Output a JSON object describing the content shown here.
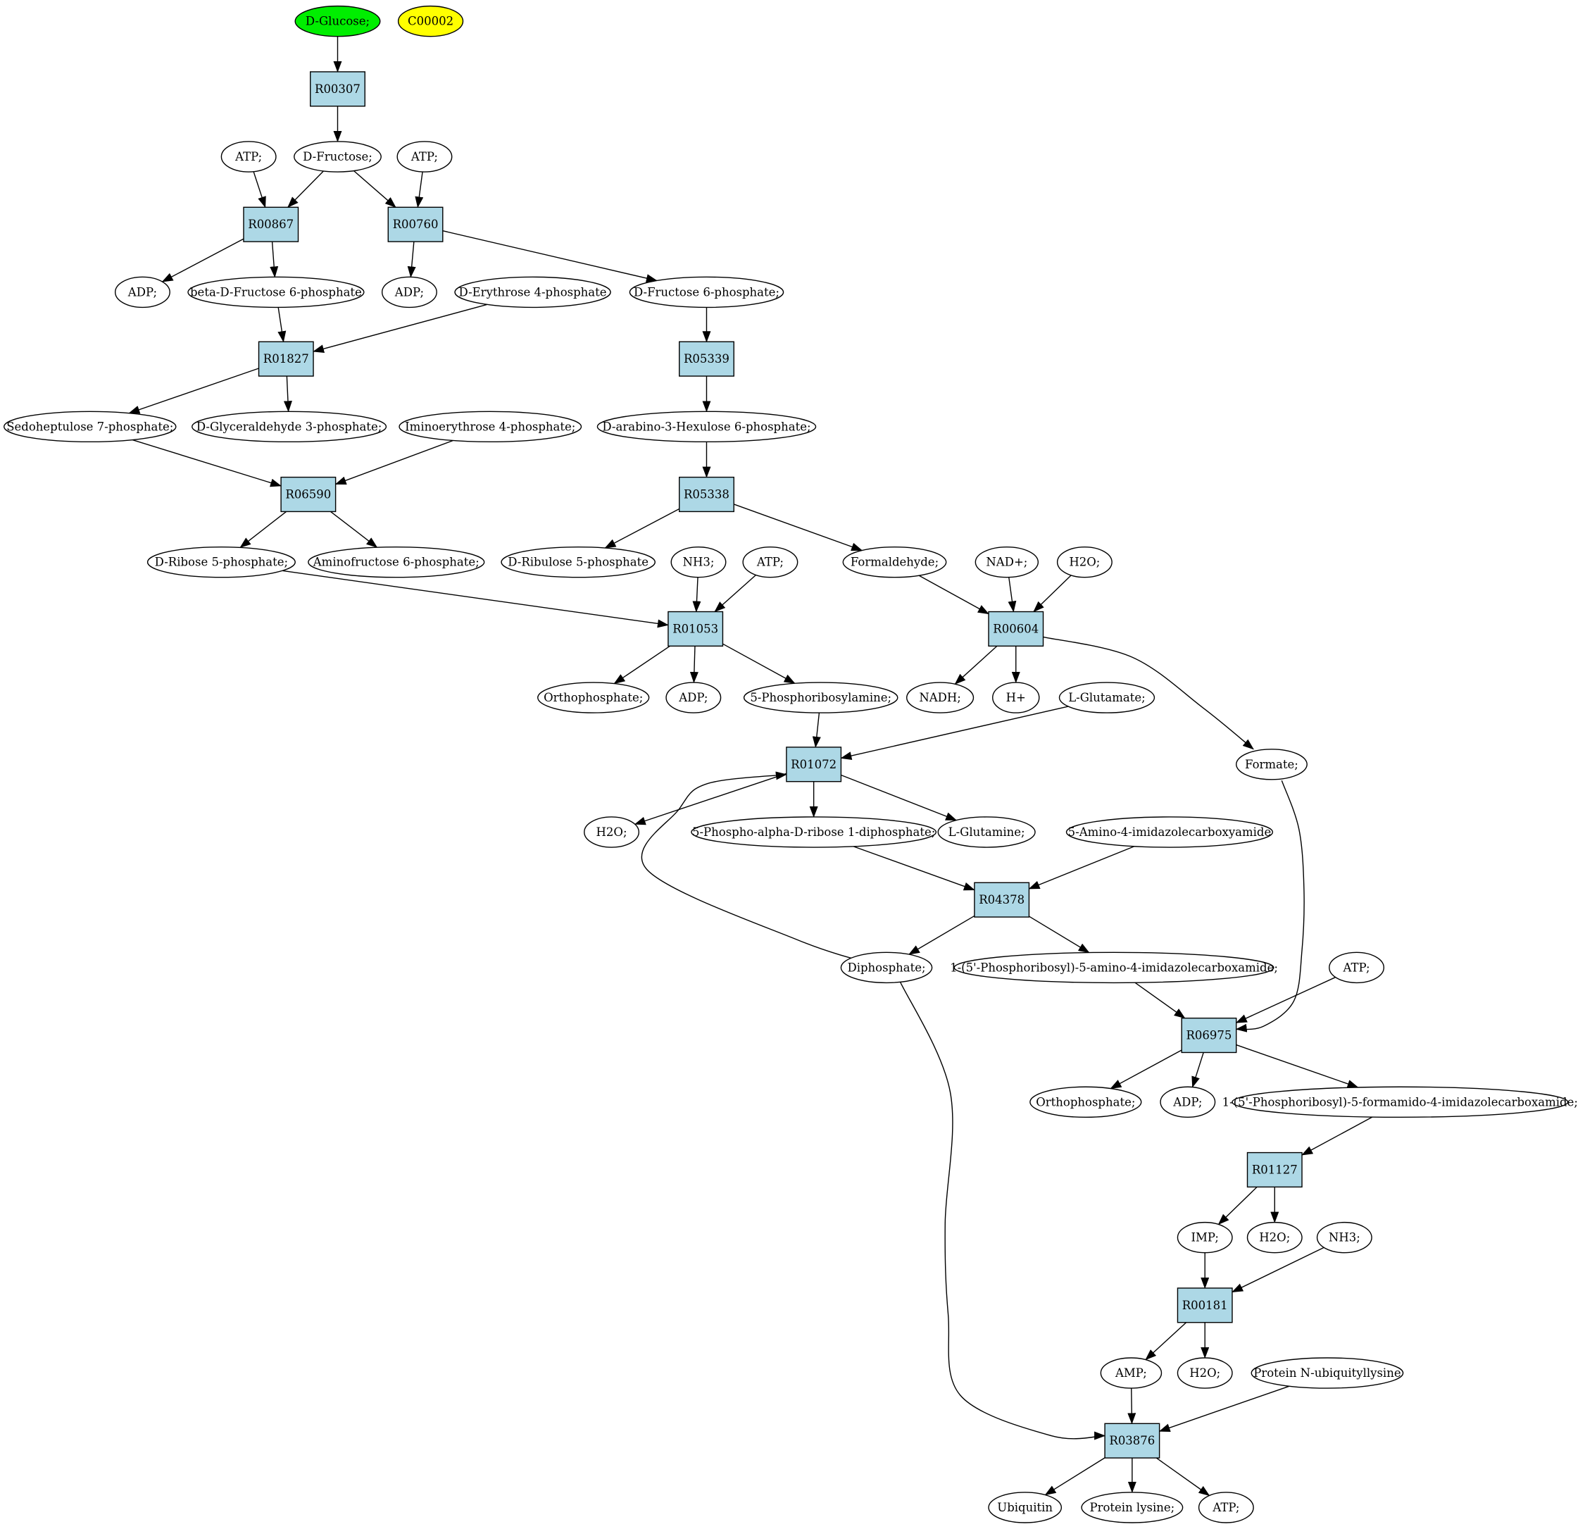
{
  "colors": {
    "reaction_fill": "#add8e6",
    "compound_fill": "#ffffff",
    "start_fill": "#00ee00",
    "target_fill": "#ffff00",
    "stroke": "#000000"
  },
  "nodes": [
    {
      "id": "glucose",
      "label": "D-Glucose;",
      "kind": "start"
    },
    {
      "id": "c00002",
      "label": "C00002",
      "kind": "target"
    },
    {
      "id": "r00307",
      "label": "R00307",
      "kind": "reaction"
    },
    {
      "id": "atp1",
      "label": "ATP;",
      "kind": "compound"
    },
    {
      "id": "fructose",
      "label": "D-Fructose;",
      "kind": "compound"
    },
    {
      "id": "atp2",
      "label": "ATP;",
      "kind": "compound"
    },
    {
      "id": "r00867",
      "label": "R00867",
      "kind": "reaction"
    },
    {
      "id": "r00760",
      "label": "R00760",
      "kind": "reaction"
    },
    {
      "id": "adp1",
      "label": "ADP;",
      "kind": "compound"
    },
    {
      "id": "bdf6p",
      "label": "beta-D-Fructose 6-phosphate",
      "kind": "compound"
    },
    {
      "id": "adp2",
      "label": "ADP;",
      "kind": "compound"
    },
    {
      "id": "de4p",
      "label": "D-Erythrose 4-phosphate",
      "kind": "compound"
    },
    {
      "id": "df6p",
      "label": "D-Fructose 6-phosphate;",
      "kind": "compound"
    },
    {
      "id": "r01827",
      "label": "R01827",
      "kind": "reaction"
    },
    {
      "id": "r05339",
      "label": "R05339",
      "kind": "reaction"
    },
    {
      "id": "s7p",
      "label": "Sedoheptulose 7-phosphate;",
      "kind": "compound"
    },
    {
      "id": "g3p",
      "label": "D-Glyceraldehyde 3-phosphate;",
      "kind": "compound"
    },
    {
      "id": "imino",
      "label": "Iminoerythrose 4-phosphate;",
      "kind": "compound"
    },
    {
      "id": "dah6p",
      "label": "D-arabino-3-Hexulose 6-phosphate;",
      "kind": "compound"
    },
    {
      "id": "r06590",
      "label": "R06590",
      "kind": "reaction"
    },
    {
      "id": "r05338",
      "label": "R05338",
      "kind": "reaction"
    },
    {
      "id": "r5p",
      "label": "D-Ribose 5-phosphate;",
      "kind": "compound"
    },
    {
      "id": "af6p",
      "label": "Aminofructose 6-phosphate;",
      "kind": "compound"
    },
    {
      "id": "ru5p",
      "label": "D-Ribulose 5-phosphate",
      "kind": "compound"
    },
    {
      "id": "nh3a",
      "label": "NH3;",
      "kind": "compound"
    },
    {
      "id": "atp3",
      "label": "ATP;",
      "kind": "compound"
    },
    {
      "id": "formald",
      "label": "Formaldehyde;",
      "kind": "compound"
    },
    {
      "id": "nad",
      "label": "NAD+;",
      "kind": "compound"
    },
    {
      "id": "h2o1",
      "label": "H2O;",
      "kind": "compound"
    },
    {
      "id": "r01053",
      "label": "R01053",
      "kind": "reaction"
    },
    {
      "id": "r00604",
      "label": "R00604",
      "kind": "reaction"
    },
    {
      "id": "ortho1",
      "label": "Orthophosphate;",
      "kind": "compound"
    },
    {
      "id": "adp3",
      "label": "ADP;",
      "kind": "compound"
    },
    {
      "id": "prpa",
      "label": "5-Phosphoribosylamine;",
      "kind": "compound"
    },
    {
      "id": "nadh",
      "label": "NADH;",
      "kind": "compound"
    },
    {
      "id": "hplus",
      "label": "H+",
      "kind": "compound"
    },
    {
      "id": "lglu",
      "label": "L-Glutamate;",
      "kind": "compound"
    },
    {
      "id": "r01072",
      "label": "R01072",
      "kind": "reaction"
    },
    {
      "id": "formate",
      "label": "Formate;",
      "kind": "compound"
    },
    {
      "id": "h2o2",
      "label": "H2O;",
      "kind": "compound"
    },
    {
      "id": "prpp",
      "label": "5-Phospho-alpha-D-ribose 1-diphosphate;",
      "kind": "compound"
    },
    {
      "id": "lgln",
      "label": "L-Glutamine;",
      "kind": "compound"
    },
    {
      "id": "aica",
      "label": "5-Amino-4-imidazolecarboxyamide",
      "kind": "compound"
    },
    {
      "id": "r04378",
      "label": "R04378",
      "kind": "reaction"
    },
    {
      "id": "diphos",
      "label": "Diphosphate;",
      "kind": "compound"
    },
    {
      "id": "aicar",
      "label": "1-(5'-Phosphoribosyl)-5-amino-4-imidazolecarboxamide;",
      "kind": "compound"
    },
    {
      "id": "atp4",
      "label": "ATP;",
      "kind": "compound"
    },
    {
      "id": "r06975",
      "label": "R06975",
      "kind": "reaction"
    },
    {
      "id": "ortho2",
      "label": "Orthophosphate;",
      "kind": "compound"
    },
    {
      "id": "adp4",
      "label": "ADP;",
      "kind": "compound"
    },
    {
      "id": "faicar",
      "label": "1-(5'-Phosphoribosyl)-5-formamido-4-imidazolecarboxamide;",
      "kind": "compound"
    },
    {
      "id": "r01127",
      "label": "R01127",
      "kind": "reaction"
    },
    {
      "id": "imp",
      "label": "IMP;",
      "kind": "compound"
    },
    {
      "id": "h2o3",
      "label": "H2O;",
      "kind": "compound"
    },
    {
      "id": "nh3b",
      "label": "NH3;",
      "kind": "compound"
    },
    {
      "id": "r00181",
      "label": "R00181",
      "kind": "reaction"
    },
    {
      "id": "amp",
      "label": "AMP;",
      "kind": "compound"
    },
    {
      "id": "h2o4",
      "label": "H2O;",
      "kind": "compound"
    },
    {
      "id": "pnub",
      "label": "Protein N-ubiquityllysine",
      "kind": "compound"
    },
    {
      "id": "r03876",
      "label": "R03876",
      "kind": "reaction"
    },
    {
      "id": "ubiq",
      "label": "Ubiquitin",
      "kind": "compound"
    },
    {
      "id": "plys",
      "label": "Protein lysine;",
      "kind": "compound"
    },
    {
      "id": "atp5",
      "label": "ATP;",
      "kind": "compound"
    }
  ],
  "edges": [
    [
      "glucose",
      "r00307"
    ],
    [
      "r00307",
      "fructose"
    ],
    [
      "atp1",
      "r00867"
    ],
    [
      "fructose",
      "r00867"
    ],
    [
      "fructose",
      "r00760"
    ],
    [
      "atp2",
      "r00760"
    ],
    [
      "r00867",
      "adp1"
    ],
    [
      "r00867",
      "bdf6p"
    ],
    [
      "r00760",
      "adp2"
    ],
    [
      "r00760",
      "df6p"
    ],
    [
      "bdf6p",
      "r01827"
    ],
    [
      "de4p",
      "r01827"
    ],
    [
      "df6p",
      "r05339"
    ],
    [
      "r01827",
      "s7p"
    ],
    [
      "r01827",
      "g3p"
    ],
    [
      "r05339",
      "dah6p"
    ],
    [
      "s7p",
      "r06590"
    ],
    [
      "imino",
      "r06590"
    ],
    [
      "dah6p",
      "r05338"
    ],
    [
      "r06590",
      "r5p"
    ],
    [
      "r06590",
      "af6p"
    ],
    [
      "r05338",
      "ru5p"
    ],
    [
      "r05338",
      "formald"
    ],
    [
      "r5p",
      "r01053"
    ],
    [
      "nh3a",
      "r01053"
    ],
    [
      "atp3",
      "r01053"
    ],
    [
      "formald",
      "r00604"
    ],
    [
      "nad",
      "r00604"
    ],
    [
      "h2o1",
      "r00604"
    ],
    [
      "r01053",
      "ortho1"
    ],
    [
      "r01053",
      "adp3"
    ],
    [
      "r01053",
      "prpa"
    ],
    [
      "r00604",
      "nadh"
    ],
    [
      "r00604",
      "hplus"
    ],
    [
      "r00604",
      "formate"
    ],
    [
      "prpa",
      "r01072"
    ],
    [
      "lglu",
      "r01072"
    ],
    [
      "diphos",
      "r01072"
    ],
    [
      "r01072",
      "h2o2"
    ],
    [
      "r01072",
      "prpp"
    ],
    [
      "r01072",
      "lgln"
    ],
    [
      "prpp",
      "r04378"
    ],
    [
      "aica",
      "r04378"
    ],
    [
      "r04378",
      "diphos"
    ],
    [
      "r04378",
      "aicar"
    ],
    [
      "aicar",
      "r06975"
    ],
    [
      "formate",
      "r06975"
    ],
    [
      "atp4",
      "r06975"
    ],
    [
      "r06975",
      "ortho2"
    ],
    [
      "r06975",
      "adp4"
    ],
    [
      "r06975",
      "faicar"
    ],
    [
      "faicar",
      "r01127"
    ],
    [
      "r01127",
      "imp"
    ],
    [
      "r01127",
      "h2o3"
    ],
    [
      "imp",
      "r00181"
    ],
    [
      "nh3b",
      "r00181"
    ],
    [
      "r00181",
      "amp"
    ],
    [
      "r00181",
      "h2o4"
    ],
    [
      "amp",
      "r03876"
    ],
    [
      "pnub",
      "r03876"
    ],
    [
      "diphos",
      "r03876"
    ],
    [
      "r03876",
      "ubiq"
    ],
    [
      "r03876",
      "plys"
    ],
    [
      "r03876",
      "atp5"
    ]
  ]
}
